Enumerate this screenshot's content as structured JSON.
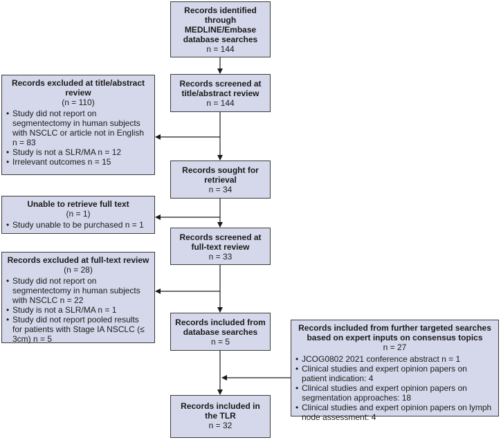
{
  "boxes": {
    "identified": {
      "title": "Records identified through MEDLINE/Embase database searches",
      "count": "n = 144"
    },
    "screened_ta": {
      "title": "Records screened at title/abstract review",
      "count": "n = 144"
    },
    "sought": {
      "title": "Records sought for retrieval",
      "count": "n = 34"
    },
    "screened_ft": {
      "title": "Records screened at full-text review",
      "count": "n = 33"
    },
    "included_db": {
      "title": "Records included from database searches",
      "count": "n = 5"
    },
    "included_tlr": {
      "title": "Records included in the TLR",
      "count": "n = 32"
    }
  },
  "exclusions": {
    "title_abstract": {
      "title": "Records excluded at title/abstract review",
      "count": "(n = 110)",
      "items": [
        "Study did not report on segmentectomy in human subjects with NSCLC or article not in English n = 83",
        "Study is not a SLR/MA n = 12",
        "Irrelevant outcomes n = 15"
      ]
    },
    "unable": {
      "title": "Unable to retrieve full text",
      "count": "(n = 1)",
      "items": [
        "Study unable to be purchased n = 1"
      ]
    },
    "full_text": {
      "title": "Records excluded at full-text review",
      "count": "(n = 28)",
      "items": [
        "Study did not report on segmentectomy in human subjects with NSCLC n = 22",
        "Study is not a SLR/MA n = 1",
        "Study did not report pooled results for patients with Stage IA NSCLC (≤ 3cm) n = 5"
      ]
    }
  },
  "targeted": {
    "title": "Records included from further targeted searches based on expert inputs on consensus topics",
    "count": "n = 27",
    "items": [
      "JCOG0802 2021 conference abstract n = 1",
      "Clinical studies and expert opinion papers on patient indication: 4",
      "Clinical studies and expert opinion papers on segmentation approaches: 18",
      "Clinical studies and expert opinion papers on lymph node assessment: 4"
    ]
  },
  "colors": {
    "box_fill": "#d5d8ea",
    "line": "#1a1a1a"
  }
}
